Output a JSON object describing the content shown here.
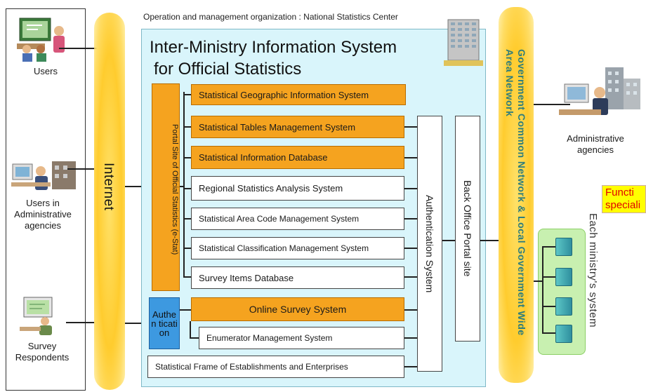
{
  "org_label": "Operation and management organization : National Statistics Center",
  "system_title": [
    "Inter-Ministry Information System",
    "for Official Statistics"
  ],
  "users": [
    {
      "label": "Users",
      "icon": "teacher-classroom-icon"
    },
    {
      "label": "Users in Administrative agencies",
      "icon": "office-worker-icon"
    },
    {
      "label": "Survey Respondents",
      "icon": "respondent-with-computer-icon"
    }
  ],
  "internet_label": "Internet",
  "portal_label": "Portal Site  of Official Statistics (e-Stat)",
  "subsystems": [
    {
      "label": "Statistical Geographic Information System",
      "style": "orange"
    },
    {
      "label": "Statistical Tables Management System",
      "style": "orange"
    },
    {
      "label": "Statistical Information Database",
      "style": "orange"
    },
    {
      "label": "Regional Statistics Analysis System",
      "style": "white"
    },
    {
      "label": "Statistical Area Code Management  System",
      "style": "white"
    },
    {
      "label": "Statistical Classification Management System",
      "style": "white"
    },
    {
      "label": "Survey Items Database",
      "style": "white"
    }
  ],
  "authentication_label": "Authen tication",
  "online_survey": "Online Survey System",
  "enumerator": "Enumerator Management System",
  "frame": "Statistical Frame of Establishments and Enterprises",
  "auth_system": "Authentication System",
  "back_office": "Back Office Portal site",
  "gov_network": [
    "Government Common Network",
    "& Local Government Wide Area Network"
  ],
  "admin_agencies": "Administrative agencies",
  "note": "Functi speciali",
  "each_ministry": "Each ministry's system",
  "colors": {
    "orange": "#f5a31f",
    "cyan_panel": "#d9f5fb",
    "blue_auth": "#3d99e0",
    "cloud": "#ffcc2e",
    "green_panel": "#c8f0b0"
  }
}
